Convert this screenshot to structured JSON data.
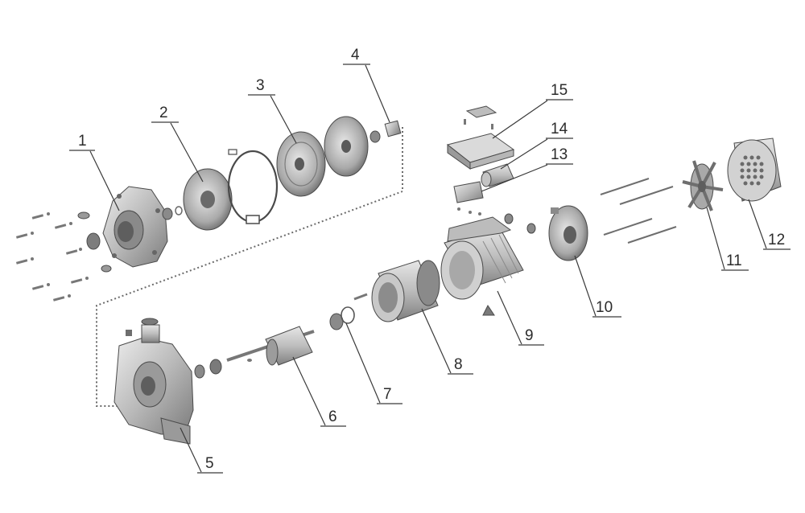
{
  "callouts": [
    {
      "id": "1",
      "label": "1"
    },
    {
      "id": "2",
      "label": "2"
    },
    {
      "id": "3",
      "label": "3"
    },
    {
      "id": "4",
      "label": "4"
    },
    {
      "id": "5",
      "label": "5"
    },
    {
      "id": "6",
      "label": "6"
    },
    {
      "id": "7",
      "label": "7"
    },
    {
      "id": "8",
      "label": "8"
    },
    {
      "id": "9",
      "label": "9"
    },
    {
      "id": "10",
      "label": "10"
    },
    {
      "id": "11",
      "label": "11"
    },
    {
      "id": "12",
      "label": "12"
    },
    {
      "id": "13",
      "label": "13"
    },
    {
      "id": "14",
      "label": "14"
    },
    {
      "id": "15",
      "label": "15"
    }
  ],
  "colors": {
    "part_light": "#d6d6d6",
    "part_mid": "#a8a8a8",
    "part_dark": "#6e6e6e",
    "line": "#3a3a3a"
  }
}
